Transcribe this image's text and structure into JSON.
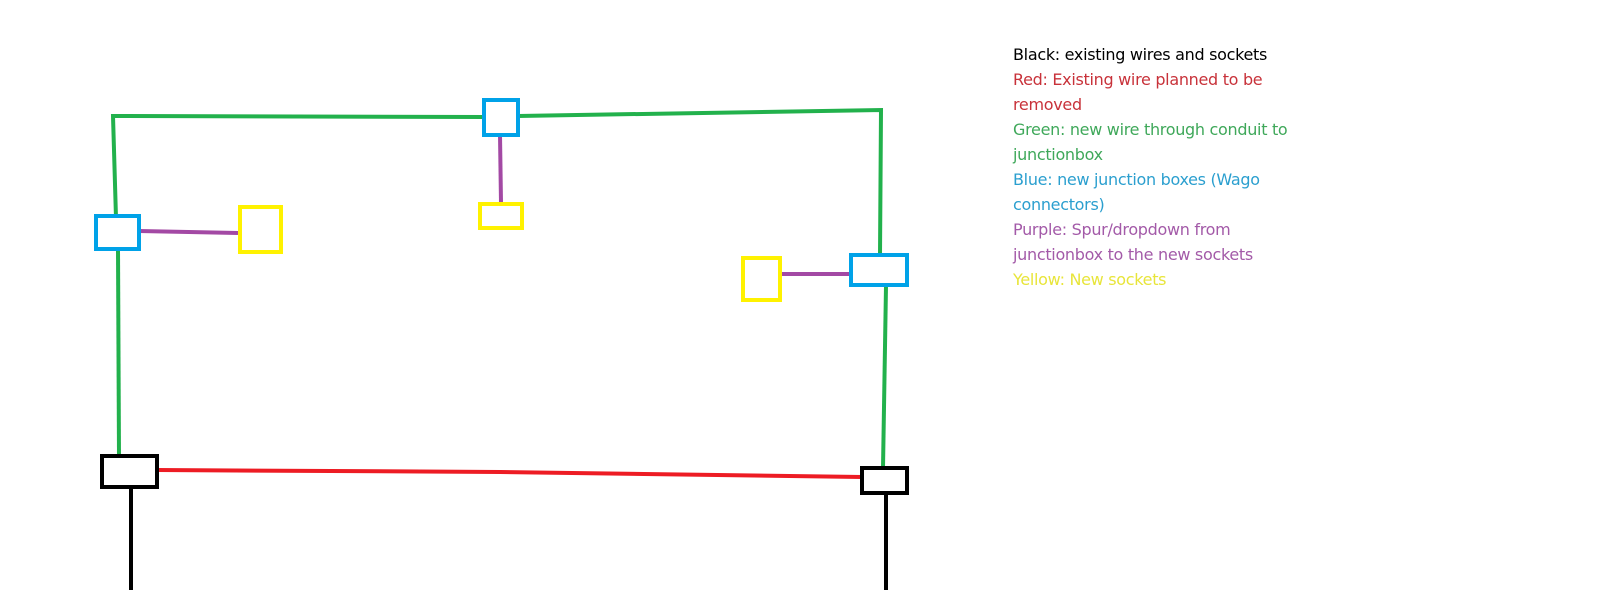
{
  "colors": {
    "black": "#000000",
    "red": "#ed1c24",
    "green": "#22b14c",
    "blue": "#00a2e8",
    "purple": "#a349a4",
    "yellow": "#fff200"
  },
  "legend": [
    {
      "text": "Black: existing wires and sockets",
      "color": "#000000"
    },
    {
      "text": "Red: Existing wire planned to be removed",
      "color": "#c8323a"
    },
    {
      "text": "Green: new wire through conduit to junctionbox",
      "color": "#3fa85a"
    },
    {
      "text": "Blue: new junction boxes (Wago connectors)",
      "color": "#2b9fcf"
    },
    {
      "text": "Purple: Spur/dropdown from junctionbox to the new sockets",
      "color": "#a35aa8"
    },
    {
      "text": "Yellow: New sockets",
      "color": "#e8e53a"
    }
  ]
}
